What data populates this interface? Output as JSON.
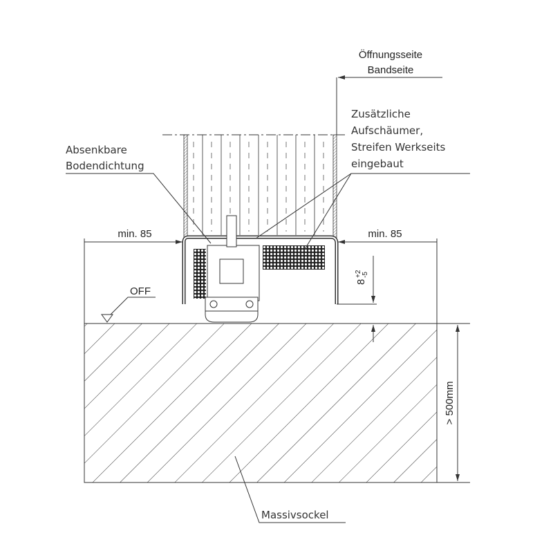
{
  "labels": {
    "opening_side": "Öffnungsseite",
    "hinge_side": "Bandseite",
    "seal": [
      "Absenkbare",
      "Bodendichtung"
    ],
    "intumescent": [
      "Zusätzliche",
      "Aufschäumer,",
      "Streifen Werkseits",
      "eingebaut"
    ],
    "min_left": "min. 85",
    "min_right": "min. 85",
    "off": "OFF",
    "gap_dim": "8",
    "gap_tol_plus": "+2",
    "gap_tol_minus": "-5",
    "height_dim": "> 500mm",
    "base": "Massivsockel"
  },
  "colors": {
    "line": "#333333",
    "background": "#ffffff"
  }
}
